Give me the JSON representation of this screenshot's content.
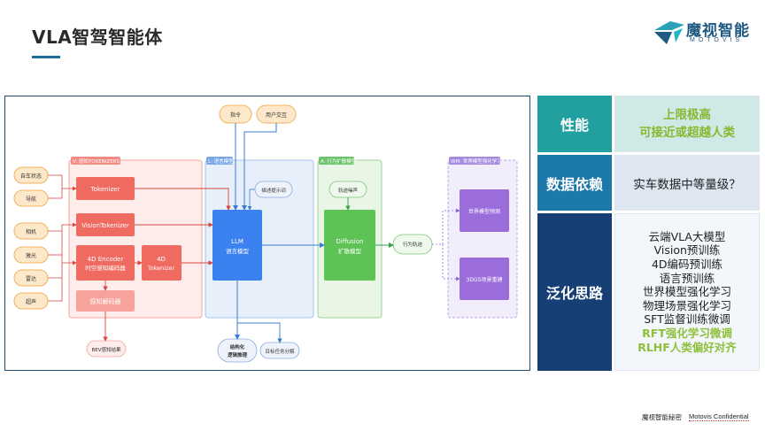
{
  "header": {
    "title": "VLA智驾智能体",
    "logo_cn": "魔视智能",
    "logo_en": "MOTOVIS"
  },
  "diagram": {
    "inputs_top": [
      "指令",
      "用户交互"
    ],
    "inputs_left": [
      "自车状态",
      "导航",
      "相机",
      "激光",
      "雷达",
      "超声"
    ],
    "section_v": "V: 感知TOKENIZERS",
    "section_l": "L: 语言模型",
    "section_a": "A: 行为扩散模型",
    "section_wm": "WM: 世界模型强化学习",
    "tokenizer": "Tokenizer",
    "vision_tokenizer": "VisionTokenizer",
    "encoder_4d_line1": "4D Encoder",
    "encoder_4d_line2": "时空感知编码器",
    "tokenizer_4d_line1": "4D",
    "tokenizer_4d_line2": "Tokenizer",
    "perception_decoder": "感知解码器",
    "prompt": "描述提示词",
    "llm_line1": "LLM",
    "llm_line2": "语言模型",
    "traj_noise": "轨迹噪声",
    "diffusion_line1": "Diffusion",
    "diffusion_line2": "扩散模型",
    "behavior_traj": "行为轨迹",
    "world_model_pred": "世界模型预测",
    "scene_3dgs": "3DGS场景重建",
    "bev_result": "BEV感知结果",
    "structured_line1": "结构化",
    "structured_line2": "逻辑推理",
    "task_decomp": "目标任务分解"
  },
  "table": {
    "performance": {
      "label": "性能",
      "line1": "上限极高",
      "line2": "可接近或超越人类"
    },
    "data_dependency": {
      "label": "数据依赖",
      "value": "实车数据中等量级？"
    },
    "generalization": {
      "label": "泛化思路",
      "items": [
        {
          "text": "云端VLA大模型",
          "highlight": false
        },
        {
          "text": "Vision预训练",
          "highlight": false
        },
        {
          "text": "4D编码预训练",
          "highlight": false
        },
        {
          "text": "语言预训练",
          "highlight": false
        },
        {
          "text": "世界模型强化学习",
          "highlight": false
        },
        {
          "text": "物理场景强化学习",
          "highlight": false
        },
        {
          "text": "SFT监督训练微调",
          "highlight": false
        },
        {
          "text": "RFT强化学习微调",
          "highlight": true
        },
        {
          "text": "RLHF人类偏好对齐",
          "highlight": true
        }
      ]
    }
  },
  "footer": {
    "confidential_cn": "魔视智能秘密",
    "confidential_en": "Motovis Confidential"
  },
  "colors": {
    "teal_header": "#22a0a0",
    "blue_header": "#1d78ac",
    "navy_header": "#163f76",
    "highlight_green": "#8dc03b"
  }
}
